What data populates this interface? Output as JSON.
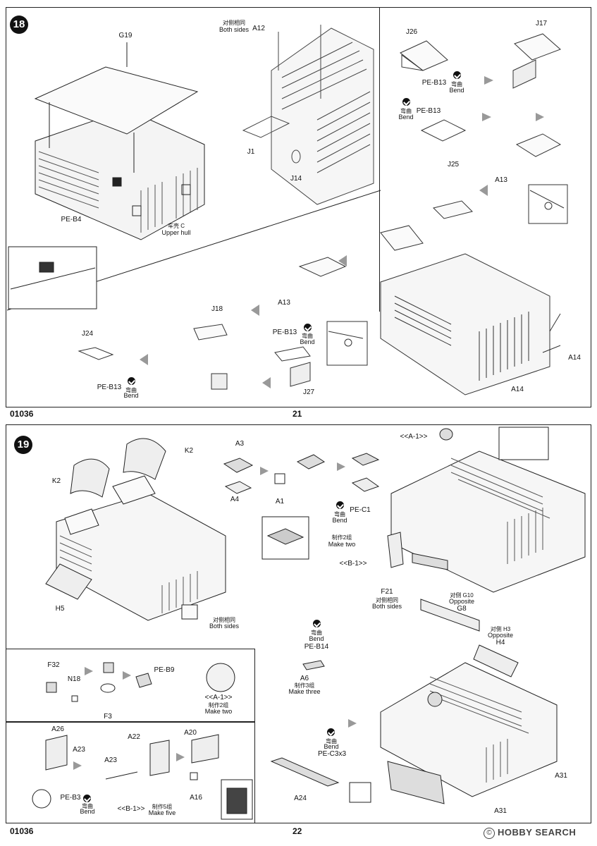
{
  "page_top": {
    "step": "18",
    "doc_code": "01036",
    "page_number": "21",
    "labels": {
      "g19": "G19",
      "a12": "A12",
      "both_sides_cn": "对侧相同",
      "both_sides": "Both sides",
      "j26": "J26",
      "j17": "J17",
      "pe_b13_a": "PE-B13",
      "bend_cn_a": "弯曲",
      "bend_a": "Bend",
      "bend_cn_b": "弯曲",
      "bend_b": "Bend",
      "pe_b13_b": "PE-B13",
      "j25": "J25",
      "a13_a": "A13",
      "j1": "J1",
      "j14": "J14",
      "pe_b4": "PE-B4",
      "upper_hull_cn": "车壳 C",
      "upper_hull": "Upper hull",
      "j18": "J18",
      "a13_b": "A13",
      "pe_b13_c": "PE-B13",
      "bend_cn_c": "弯曲",
      "bend_c": "Bend",
      "j24": "J24",
      "pe_b13_d": "PE-B13",
      "bend_cn_d": "弯曲",
      "bend_d": "Bend",
      "j27": "J27",
      "a14_a": "A14",
      "a14_b": "A14"
    }
  },
  "page_bottom": {
    "step": "19",
    "doc_code": "01036",
    "page_number": "22",
    "labels": {
      "k2_a": "K2",
      "k2_b": "K2",
      "a3": "A3",
      "a4": "A4",
      "a1": "A1",
      "pe_c1": "PE-C1",
      "bend_cn_a": "弯曲",
      "bend_a": "Bend",
      "make_two_cn_a": "制作2组",
      "make_two_a": "Make two",
      "a1_ref": "<<A-1>>",
      "b1_ref": "<<B-1>>",
      "f21": "F21",
      "both_sides_cn_a": "对侧相同",
      "both_sides_a": "Both sides",
      "h5": "H5",
      "both_sides_cn_b": "对侧相同",
      "both_sides_b": "Both sides",
      "g10_cn": "对侧 G10",
      "g10_opposite": "Opposite",
      "g8": "G8",
      "h3_cn": "对侧 H3",
      "h3_opposite": "Opposite",
      "h4": "H4",
      "bend_cn_b": "弯曲",
      "bend_b": "Bend",
      "pe_b14": "PE-B14",
      "a6": "A6",
      "make_three_cn": "制作3组",
      "make_three": "Make three",
      "f32": "F32",
      "n18": "N18",
      "pe_b9": "PE-B9",
      "f3": "F3",
      "a1_sub": "<<A-1>>",
      "make_two_cn_b": "制作2组",
      "make_two_b": "Make two",
      "a26": "A26",
      "a23_a": "A23",
      "a22": "A22",
      "a20": "A20",
      "a23_b": "A23",
      "pe_b3": "PE-B3",
      "bend_cn_c": "弯曲",
      "bend_c": "Bend",
      "b1_sub": "<<B-1>>",
      "make_five_cn": "制作5组",
      "make_five": "Make five",
      "a16": "A16",
      "bend_cn_d": "弯曲",
      "bend_d": "Bend",
      "pe_c3x3": "PE-C3x3",
      "a24": "A24",
      "a31_a": "A31",
      "a31_b": "A31"
    }
  },
  "watermark": "HOBBY SEARCH"
}
